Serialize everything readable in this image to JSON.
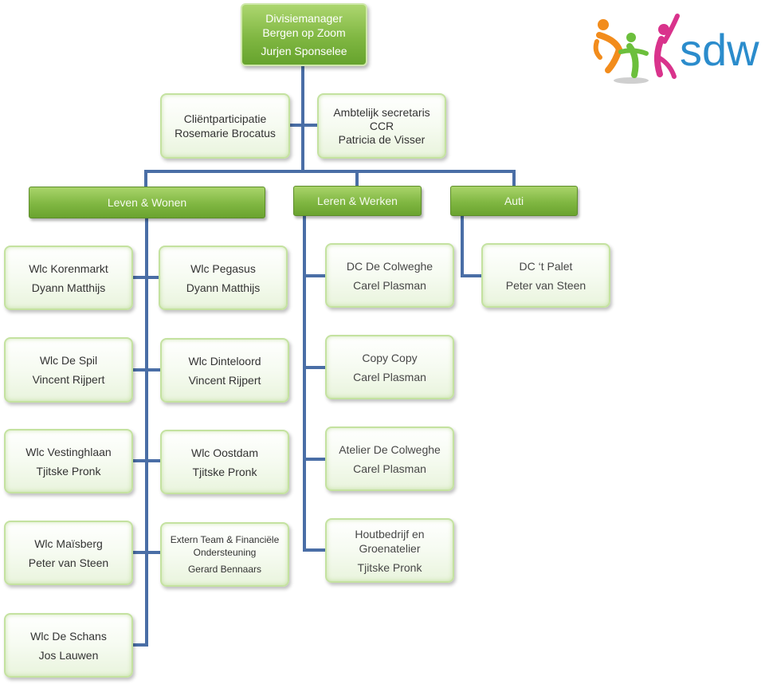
{
  "top": {
    "lines": [
      "Divisiemanager",
      "Bergen op Zoom",
      "Jurjen Sponselee"
    ]
  },
  "staff": [
    {
      "lines": [
        "Cliëntparticipatie",
        "Rosemarie Brocatus"
      ]
    },
    {
      "lines": [
        "Ambtelijk secretaris",
        "CCR",
        "Patricia de Visser"
      ]
    }
  ],
  "categories": [
    "Leven & Wonen",
    "Leren & Werken",
    "Auti"
  ],
  "leven_wonen": [
    {
      "lines": [
        "Wlc Korenmarkt",
        "Dyann Matthijs"
      ]
    },
    {
      "lines": [
        "Wlc Pegasus",
        "Dyann Matthijs"
      ]
    },
    {
      "lines": [
        "Wlc De Spil",
        "Vincent Rijpert"
      ]
    },
    {
      "lines": [
        "Wlc Dinteloord",
        "Vincent Rijpert"
      ]
    },
    {
      "lines": [
        "Wlc Vestinghlaan",
        "Tjitske Pronk"
      ]
    },
    {
      "lines": [
        "Wlc Oostdam",
        "Tjitske Pronk"
      ]
    },
    {
      "lines": [
        "Wlc Maïsberg",
        "Peter van Steen"
      ]
    },
    {
      "lines": [
        "Extern Team & Financiële",
        "Ondersteuning",
        "Gerard Bennaars"
      ]
    },
    {
      "lines": [
        "Wlc De Schans",
        "Jos Lauwen"
      ]
    }
  ],
  "leren_werken": [
    {
      "lines": [
        "DC De Colweghe",
        "Carel Plasman"
      ]
    },
    {
      "lines": [
        "Copy Copy",
        "Carel Plasman"
      ]
    },
    {
      "lines": [
        "Atelier De Colweghe",
        "Carel Plasman"
      ]
    },
    {
      "lines": [
        "Houtbedrijf en",
        "Groenatelier",
        "Tjitske Pronk"
      ]
    }
  ],
  "auti": [
    {
      "lines": [
        "DC ‘t Palet",
        "Peter van Steen"
      ]
    }
  ],
  "logo": {
    "text": "sdw",
    "colors": {
      "text": "#2b8ccc",
      "orange": "#f28c1c",
      "green": "#6cbf3c",
      "magenta": "#d9338c"
    }
  },
  "colors": {
    "connector": "#4a6ea6",
    "category_green": "#80b742",
    "node_border": "#c4e2a0"
  }
}
